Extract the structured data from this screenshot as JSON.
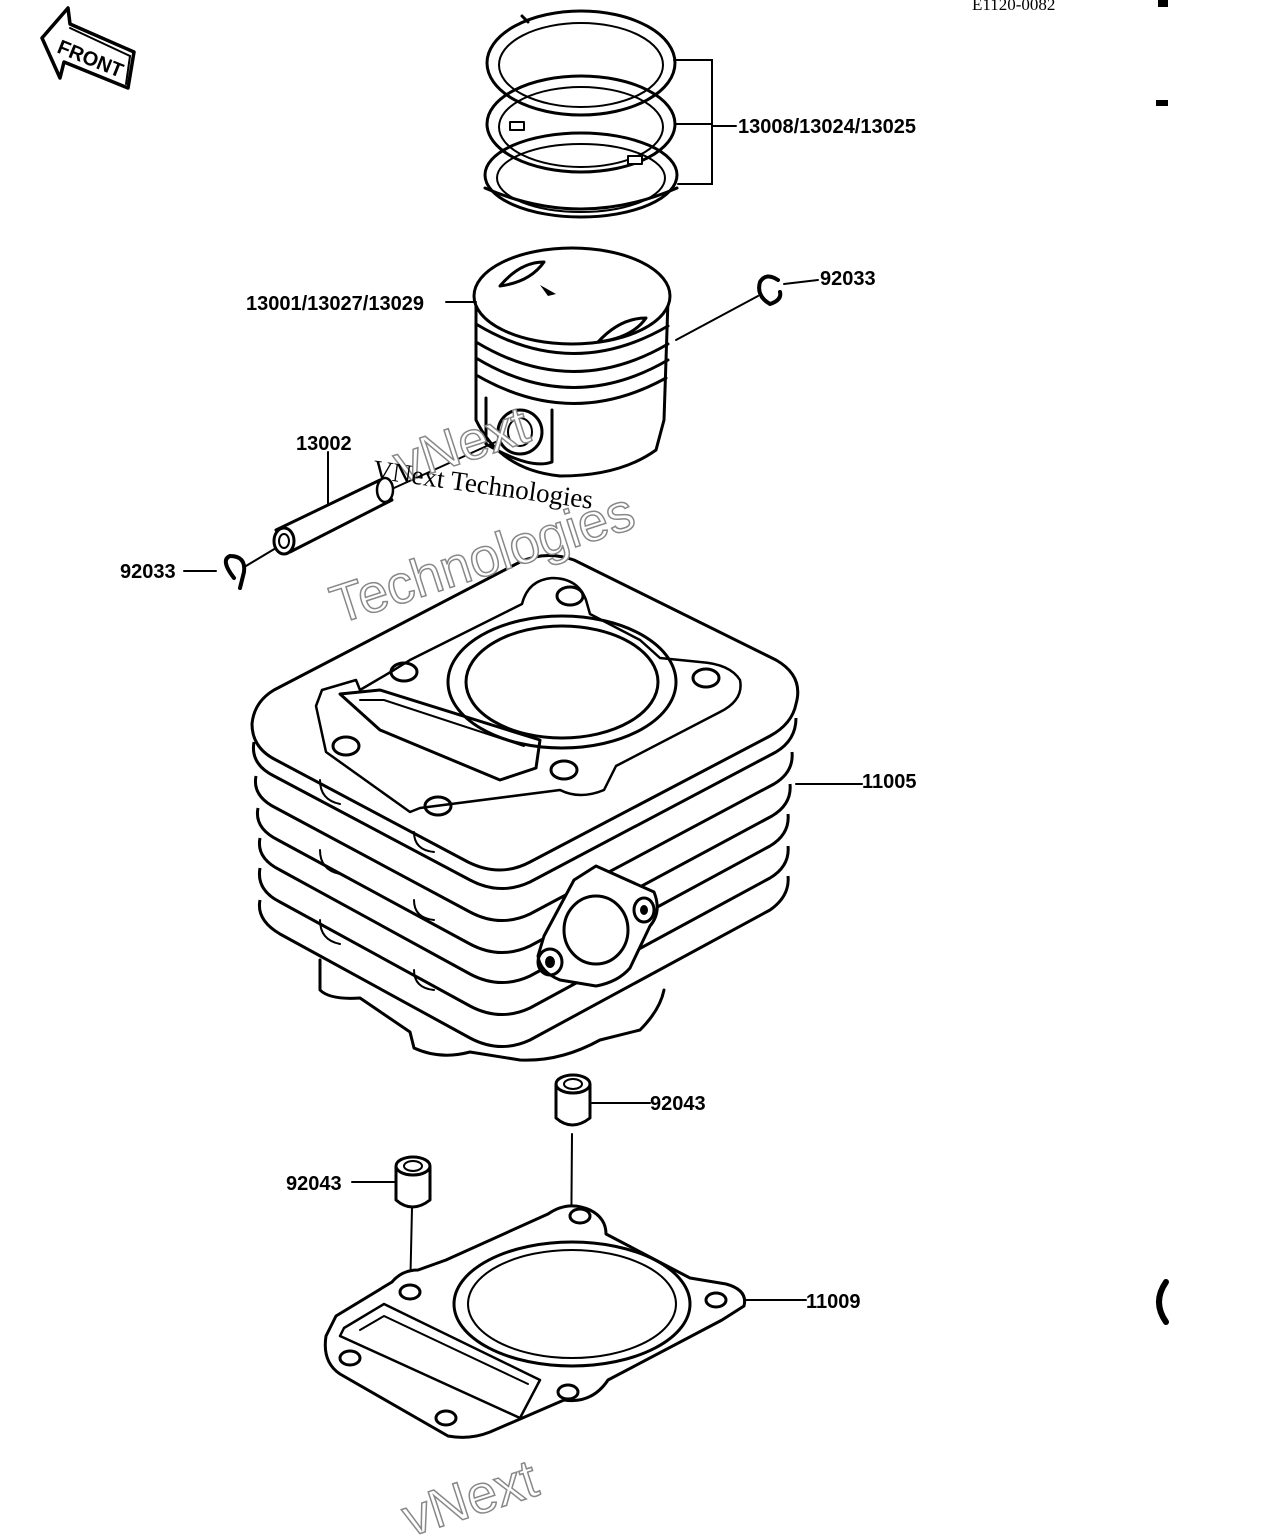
{
  "ref_code": "E1120-0082",
  "front_label": "FRONT",
  "labels": {
    "rings": "13008/13024/13025",
    "piston": "13001/13027/13029",
    "circlip_right": "92033",
    "pin": "13002",
    "circlip_left": "92033",
    "cylinder": "11005",
    "dowel_right": "92043",
    "dowel_left": "92043",
    "gasket": "11009"
  },
  "watermarks": {
    "small": "VNext Technologies",
    "outline_top": "vNext",
    "outline_bottom": "Technologies",
    "footer": "vNext"
  },
  "colors": {
    "ink": "#000000",
    "paper": "#ffffff",
    "watermark_outline": "#888888"
  }
}
